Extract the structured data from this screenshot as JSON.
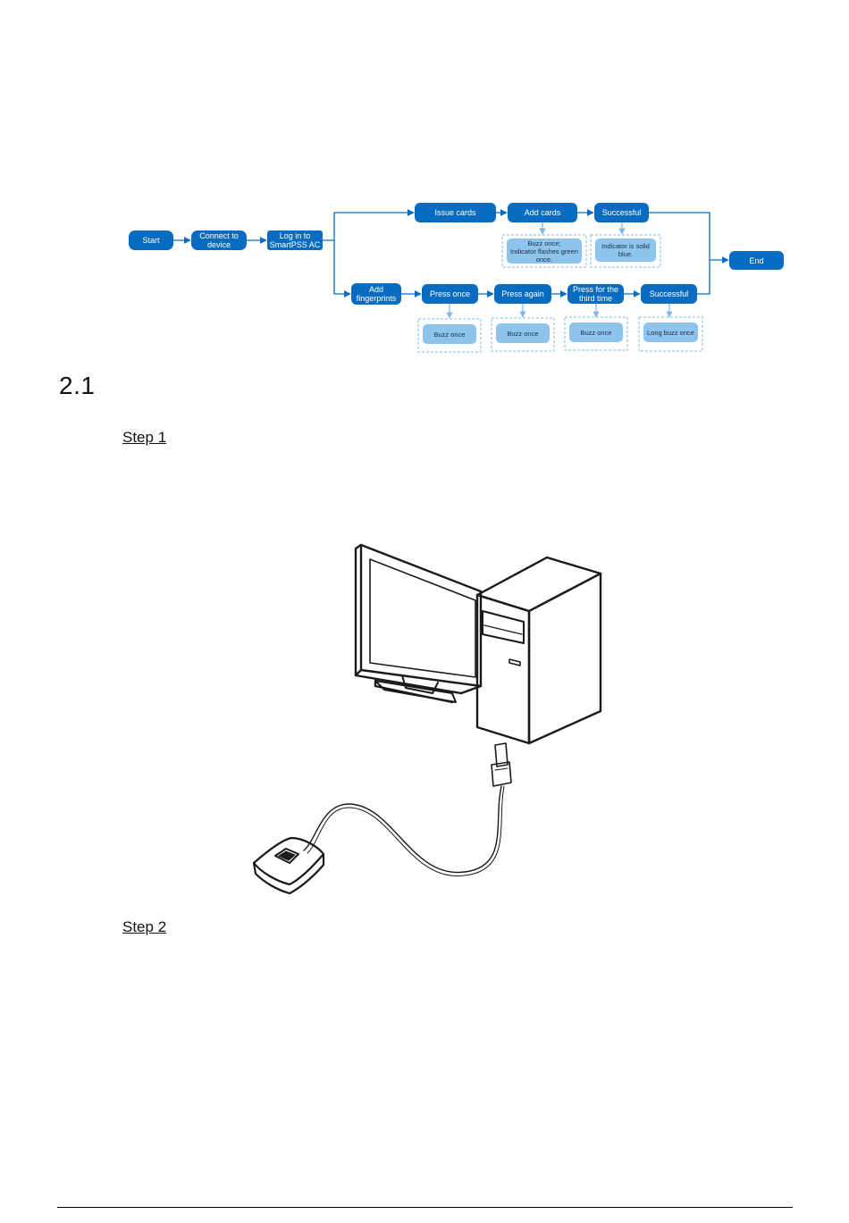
{
  "flowchart": {
    "nodes": {
      "start": [
        "Start"
      ],
      "connect": [
        "Connect to",
        "device"
      ],
      "login": [
        "Log in to",
        "SmartPSS AC"
      ],
      "issue_cards": [
        "Issue cards"
      ],
      "add_cards": [
        "Add cards"
      ],
      "successful_cards": [
        "Successful"
      ],
      "end": [
        "End"
      ],
      "add_fingerprints": [
        "Add",
        "fingerprints"
      ],
      "press_once": [
        "Press once"
      ],
      "press_again": [
        "Press again"
      ],
      "press_third": [
        "Press for the",
        "third time"
      ],
      "successful_fp": [
        "Successful"
      ]
    },
    "notes": {
      "add_cards_note": [
        "Buzz once;",
        "Indicator flashes green",
        "once."
      ],
      "successful_cards_note": [
        "Indicator is solid",
        "blue."
      ],
      "press_once_note": [
        "Buzz once"
      ],
      "press_again_note": [
        "Buzz once"
      ],
      "press_third_note": [
        "Buzz once"
      ],
      "successful_fp_note": [
        "Long buzz once"
      ]
    }
  },
  "section": {
    "number": "2.1"
  },
  "steps": {
    "step1": "Step 1",
    "step2": "Step 2"
  },
  "illustration": {
    "name": "computer-with-usb-fingerprint-enroller"
  },
  "colors": {
    "node": "#0a6cc0",
    "note_fill": "#8cc4ec",
    "note_border": "#7fb8e6",
    "arrow": "#0a6cc0"
  }
}
